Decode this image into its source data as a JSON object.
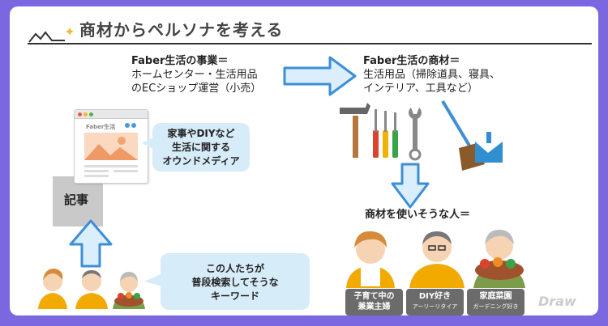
{
  "title": "商材からペルソナを考える",
  "business": {
    "label": "Faber生活の事業＝",
    "line1": "ホームセンター・生活用品",
    "line2": "のECショップ運営（小売）"
  },
  "products": {
    "label": "Faber生活の商材＝",
    "line1": "生活用品（掃除道具、寝具、",
    "line2": "インテリア、工具など）"
  },
  "media_site": {
    "brand": "Faber生活"
  },
  "media_bubble": {
    "line1": "家事やDIYなど",
    "line2": "生活に関する",
    "line3": "オウンドメディア"
  },
  "article_label": "記事",
  "users_label": "商材を使いそうな人＝",
  "keyword_bubble": {
    "line1": "この人たちが",
    "line2": "普段検索してそうな",
    "line3": "キーワード"
  },
  "personas": [
    {
      "main": "子育て中の",
      "sub": "兼業主婦"
    },
    {
      "main": "DIY好き",
      "sub": "アーリーリタイア"
    },
    {
      "main": "家庭菜園",
      "sub": "ガーデニング好き"
    }
  ],
  "watermark": "Draw",
  "colors": {
    "background": "#7b68e0",
    "arrow_fill": "#dbeefb",
    "arrow_stroke": "#3c8fd6",
    "bubble": "#d7ecf9",
    "caption": "#6b6b6b"
  }
}
